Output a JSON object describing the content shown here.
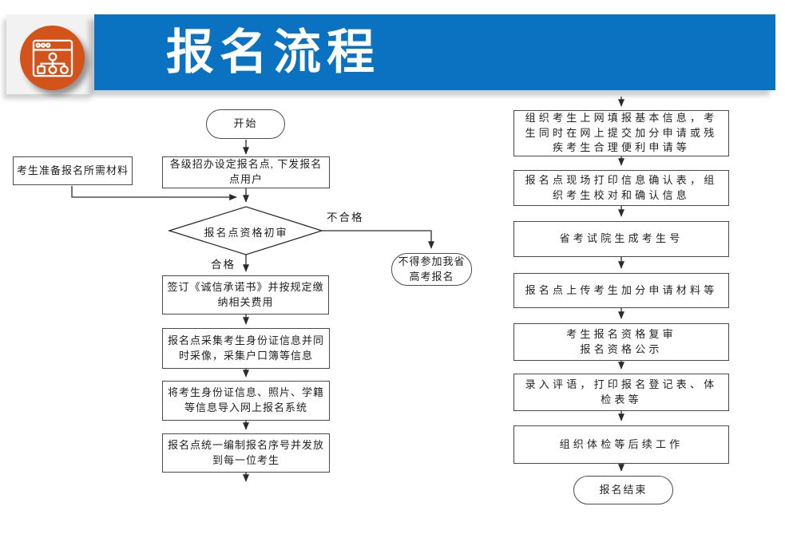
{
  "header": {
    "title": "报名流程",
    "icon": "sitemap-window-icon"
  },
  "colors": {
    "banner_blue": "#0a72c1",
    "icon_orange": "#d4531b",
    "line": "#2a2a2a",
    "box_border": "#4a4a4a",
    "card_gray": "#f2f2f2"
  },
  "flowchart": {
    "start": "开始",
    "prepare": "考生准备报名所需材料",
    "setup": "各级招办设定报名点, 下发报名点用户",
    "decision": "报名点资格初审",
    "fail_label": "不合格",
    "pass_label": "合格",
    "reject_end": "不得参加我省\n高考报名",
    "left_steps": [
      "签订《诚信承诺书》并按规定缴纳相关费用",
      "报名点采集考生身份证信息并同时采像，采集户口簿等信息",
      "将考生身份证信息、照片、学籍等信息导入网上报名系统",
      "报名点统一编制报名序号并发放到每一位考生"
    ],
    "right_steps": [
      "组织考生上网填报基本信息，考生同时在网上提交加分申请或残疾考生合理便利申请等",
      "报名点现场打印信息确认表，组织考生校对和确认信息",
      "省考试院生成考生号",
      "报名点上传考生加分申请材料等",
      "考生报名资格复审\n报名资格公示",
      "录入评语，打印报名登记表、体检表等",
      "组织体检等后续工作"
    ],
    "end": "报名结束"
  }
}
